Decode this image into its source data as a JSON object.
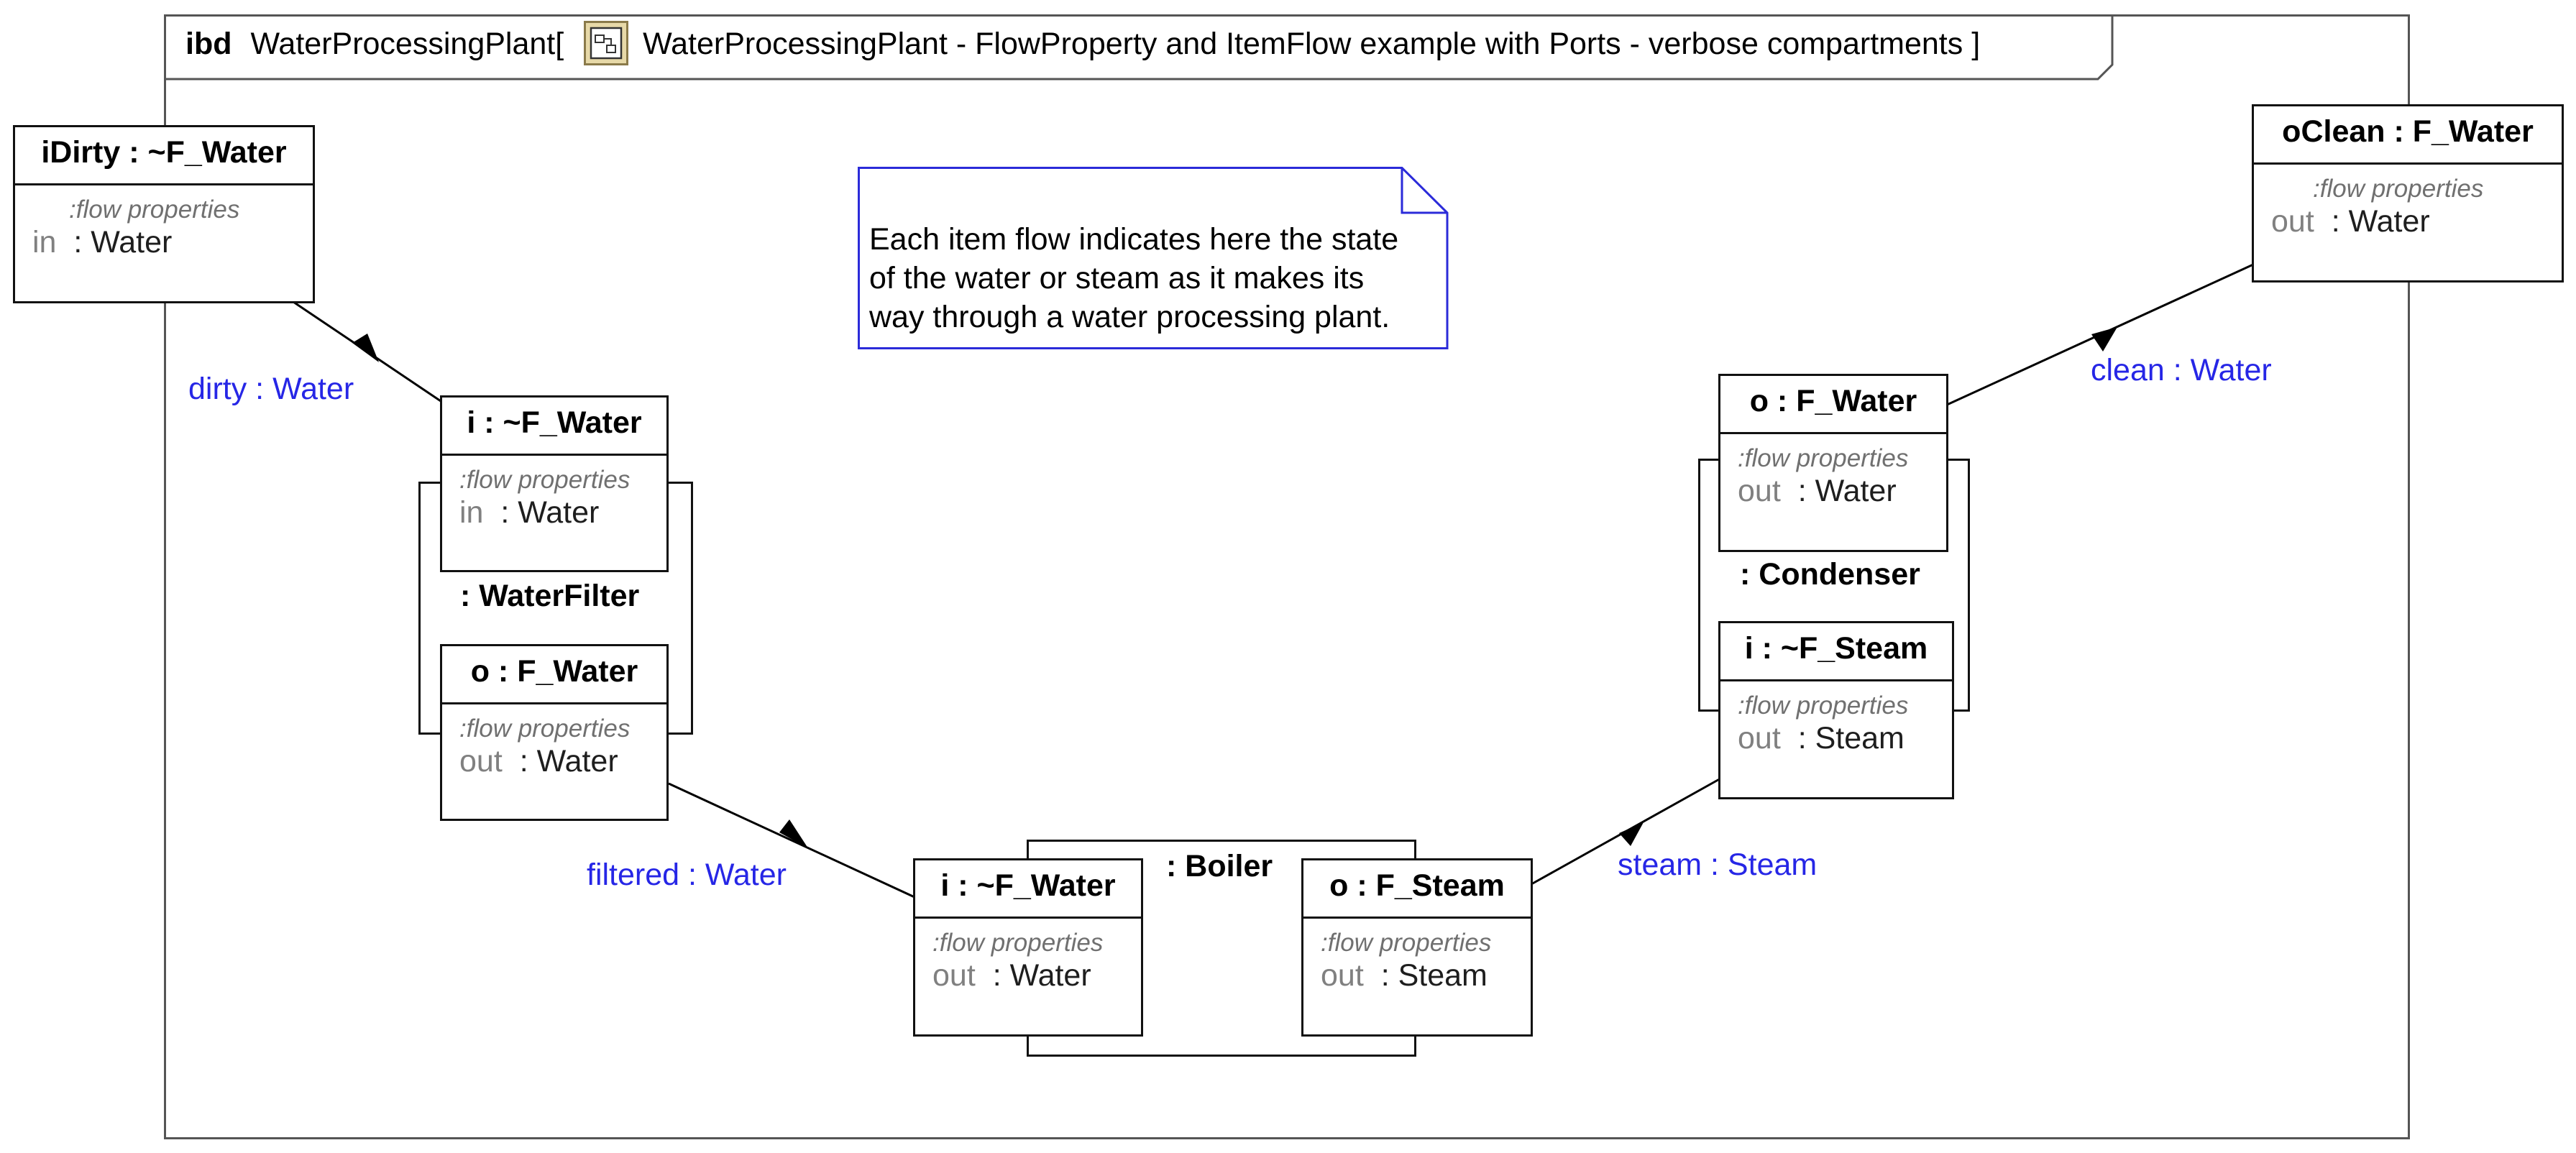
{
  "frame": {
    "kind": "ibd",
    "name": "WaterProcessingPlant",
    "open_bracket": "[",
    "diagram_title": "WaterProcessingPlant - FlowProperty and ItemFlow example with Ports - verbose compartments",
    "close_bracket": "]",
    "icon": "internal-block-diagram-icon"
  },
  "note": {
    "lines": [
      "Each item flow indicates here the state",
      "of the water or steam as it makes its",
      "way through a water processing plant."
    ]
  },
  "compartment_label": ":flow properties",
  "ports": {
    "idirty": {
      "title": "iDirty : ~F_Water",
      "dir": "in",
      "type": ": Water"
    },
    "oclean": {
      "title": "oClean : F_Water",
      "dir": "out",
      "type": ": Water"
    },
    "filter_in": {
      "title": "i : ~F_Water",
      "dir": "in",
      "type": ": Water"
    },
    "filter_out": {
      "title": "o : F_Water",
      "dir": "out",
      "type": ": Water"
    },
    "boiler_in": {
      "title": "i : ~F_Water",
      "dir": "out",
      "type": ": Water"
    },
    "boiler_out": {
      "title": "o : F_Steam",
      "dir": "out",
      "type": ": Steam"
    },
    "condenser_out": {
      "title": "o : F_Water",
      "dir": "out",
      "type": ": Water"
    },
    "condenser_in": {
      "title": "i : ~F_Steam",
      "dir": "out",
      "type": ": Steam"
    }
  },
  "parts": {
    "water_filter": ": WaterFilter",
    "boiler": ": Boiler",
    "condenser": ": Condenser"
  },
  "item_flows": {
    "dirty": "dirty : Water",
    "filtered": "filtered : Water",
    "steam": "steam : Steam",
    "clean": "clean : Water"
  },
  "colors": {
    "flow_label": "#2626e6",
    "note_border": "#2b2bd9",
    "frame_border": "#555555",
    "icon_fill": "#e7d9a8"
  }
}
